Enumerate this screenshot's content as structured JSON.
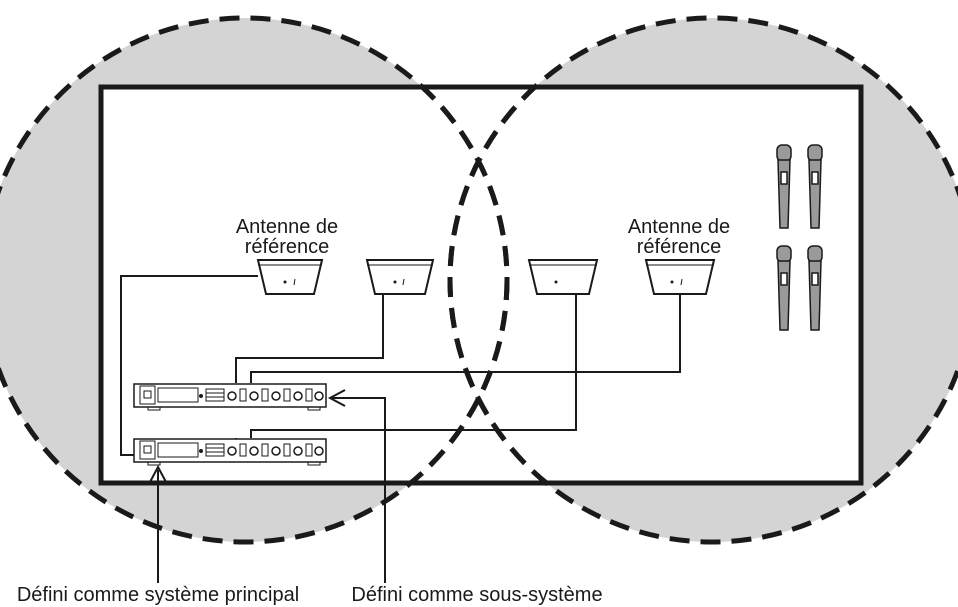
{
  "labels": {
    "antenna_left_line1": "Antenne de",
    "antenna_left_line2": "référence",
    "antenna_right_line1": "Antenne de",
    "antenna_right_line2": "référence",
    "main_system": "Défini comme système principal",
    "sub_system": "Défini comme sous-système"
  },
  "colors": {
    "coverage_fill": "#d4d4d4",
    "line": "#1a1a1a",
    "room_fill": "#ffffff"
  }
}
